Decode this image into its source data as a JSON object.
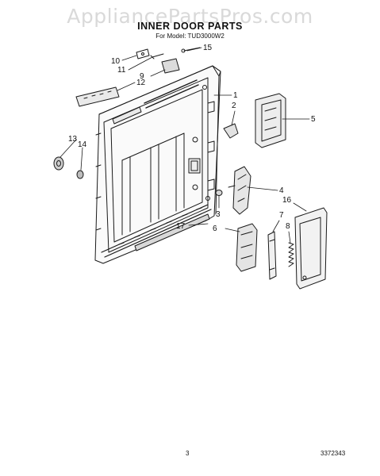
{
  "watermark": "AppliancePartsPros.com",
  "title": "INNER DOOR PARTS",
  "model_line": "For Model: TUD3000W2",
  "callouts": [
    {
      "id": "c1",
      "label": "1"
    },
    {
      "id": "c2",
      "label": "2"
    },
    {
      "id": "c3",
      "label": "3"
    },
    {
      "id": "c4",
      "label": "4"
    },
    {
      "id": "c5",
      "label": "5"
    },
    {
      "id": "c6",
      "label": "6"
    },
    {
      "id": "c7",
      "label": "7"
    },
    {
      "id": "c8",
      "label": "8"
    },
    {
      "id": "c9",
      "label": "9"
    },
    {
      "id": "c10",
      "label": "10"
    },
    {
      "id": "c11",
      "label": "11"
    },
    {
      "id": "c12",
      "label": "12"
    },
    {
      "id": "c13",
      "label": "13"
    },
    {
      "id": "c14",
      "label": "14"
    },
    {
      "id": "c15",
      "label": "15"
    },
    {
      "id": "c16",
      "label": "16"
    },
    {
      "id": "c17",
      "label": "17"
    }
  ],
  "footer": {
    "page_number": "3",
    "diagram_number": "3372343"
  }
}
